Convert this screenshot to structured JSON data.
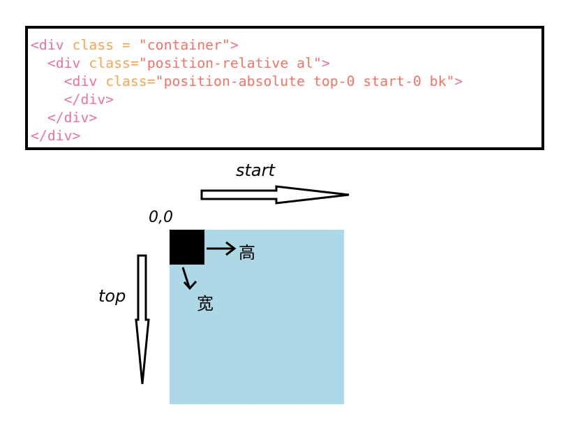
{
  "code_block": {
    "lines": [
      {
        "indent": "",
        "tag_open": "<div",
        "attr": "class",
        "eq": " = ",
        "value": "\"container\"",
        "tag_close": ">"
      },
      {
        "indent": "  ",
        "tag_open": "<div",
        "attr": "class",
        "eq": "=",
        "value": "\"position-relative al\"",
        "tag_close": ">"
      },
      {
        "indent": "    ",
        "tag_open": "<div",
        "attr": "class",
        "eq": "=",
        "value": "\"position-absolute top-0 start-0 bk\"",
        "tag_close": ">"
      },
      {
        "indent": "    ",
        "tag_open": "</div>",
        "attr": "",
        "eq": "",
        "value": "",
        "tag_close": ""
      },
      {
        "indent": "  ",
        "tag_open": "</div>",
        "attr": "",
        "eq": "",
        "value": "",
        "tag_close": ""
      },
      {
        "indent": "",
        "tag_open": "</div>",
        "attr": "",
        "eq": "",
        "value": "",
        "tag_close": ""
      }
    ]
  },
  "diagram": {
    "start_label": "start",
    "top_label": "top",
    "origin_label": "0,0",
    "height_label": "高",
    "width_label": "宽",
    "container_color": "#add8e6",
    "square_color": "#000000"
  }
}
